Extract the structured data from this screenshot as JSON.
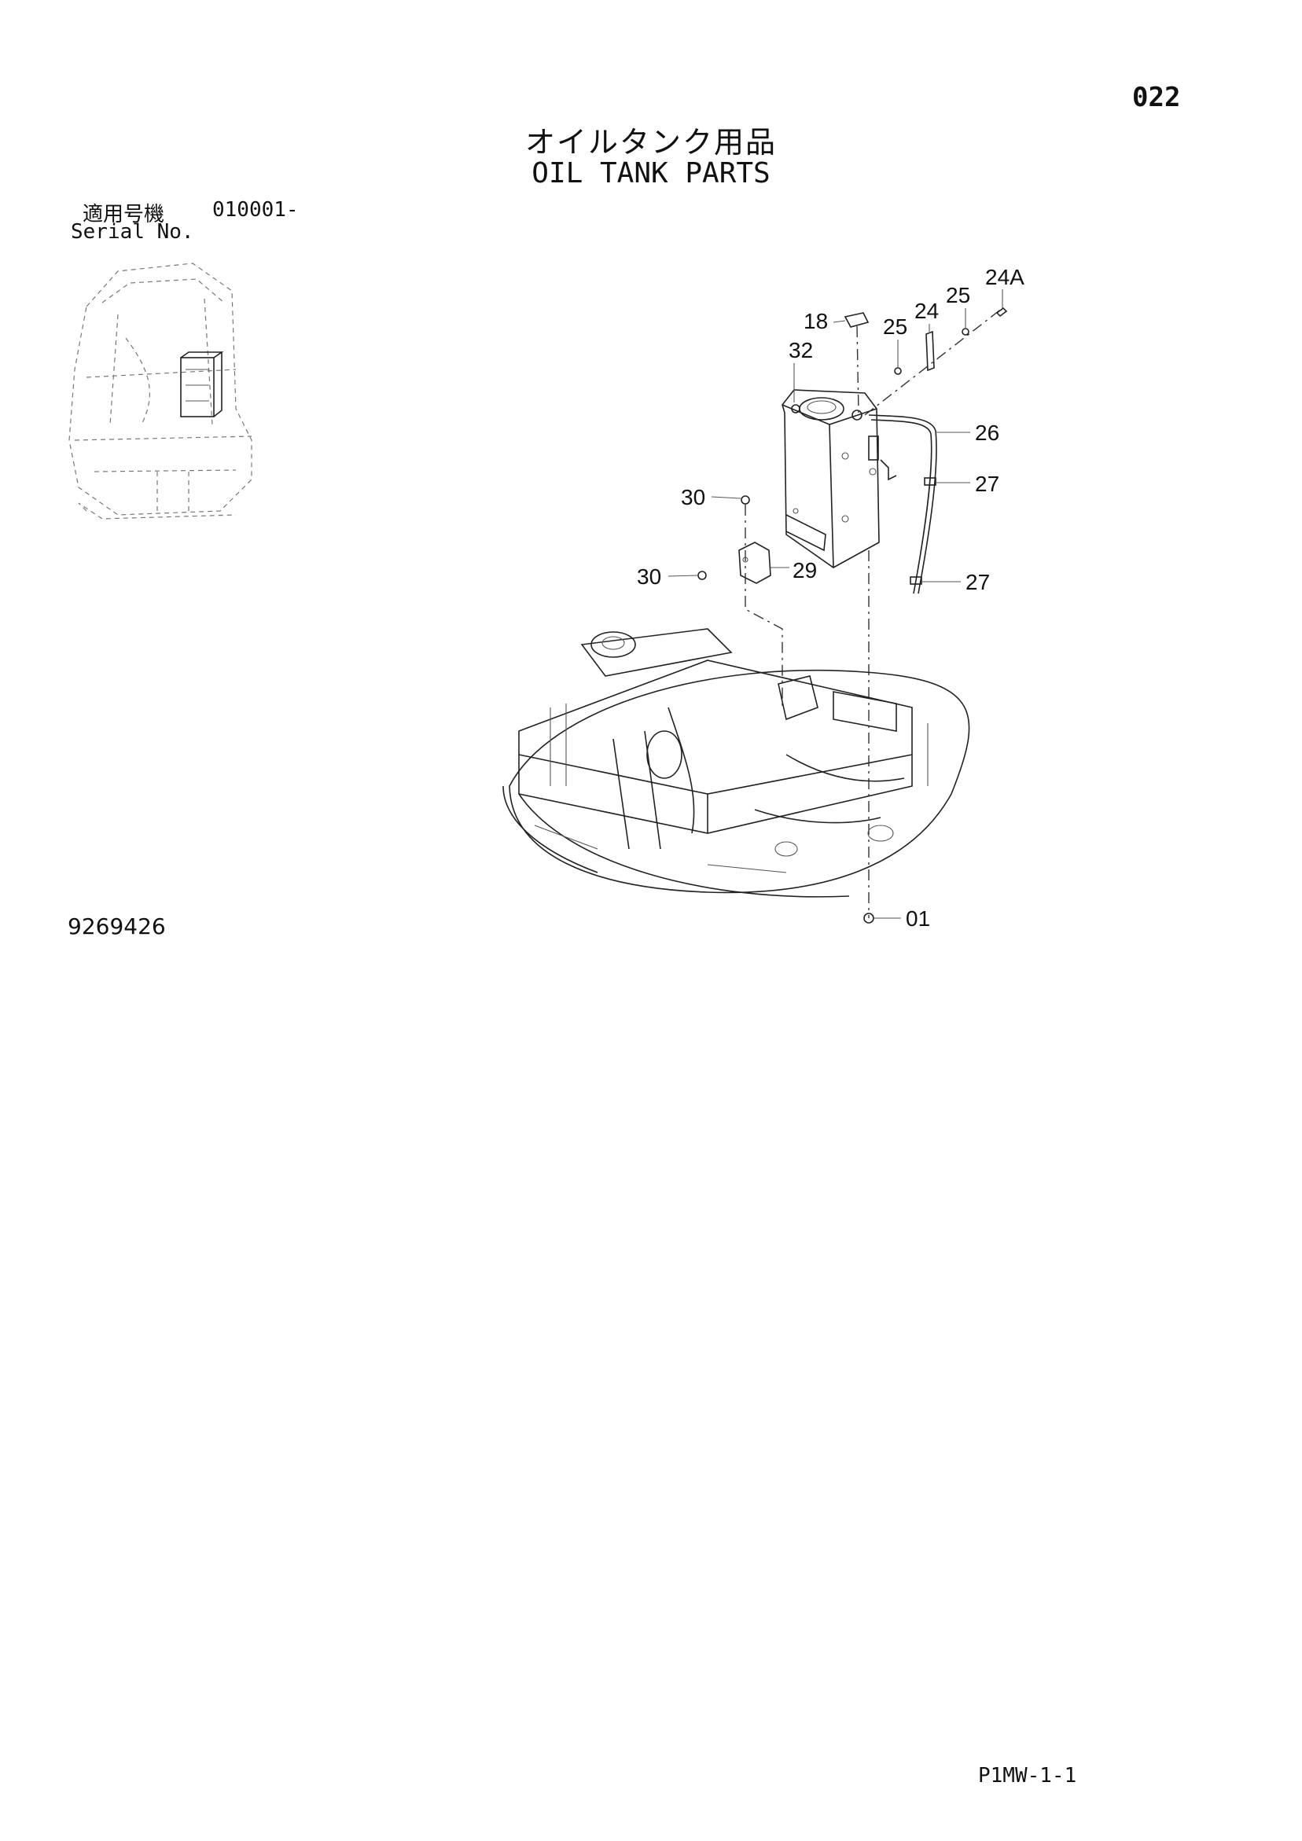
{
  "page": {
    "page_number": "022",
    "title_jp": "オイルタンク用品",
    "title_en": "OIL TANK PARTS",
    "serial_label_jp": "適用号機",
    "serial_code": "010001-",
    "serial_label_en": "Serial No.",
    "diagram_number": "9269426",
    "footer_code": "P1MW-1-1"
  },
  "callouts": [
    {
      "id": "c18",
      "label": "18"
    },
    {
      "id": "c32",
      "label": "32"
    },
    {
      "id": "c25a",
      "label": "25"
    },
    {
      "id": "c24",
      "label": "24"
    },
    {
      "id": "c25b",
      "label": "25"
    },
    {
      "id": "c24A",
      "label": "24A"
    },
    {
      "id": "c26",
      "label": "26"
    },
    {
      "id": "c27a",
      "label": "27"
    },
    {
      "id": "c30a",
      "label": "30"
    },
    {
      "id": "c29",
      "label": "29"
    },
    {
      "id": "c30b",
      "label": "30"
    },
    {
      "id": "c27b",
      "label": "27"
    },
    {
      "id": "c01",
      "label": "01"
    }
  ]
}
